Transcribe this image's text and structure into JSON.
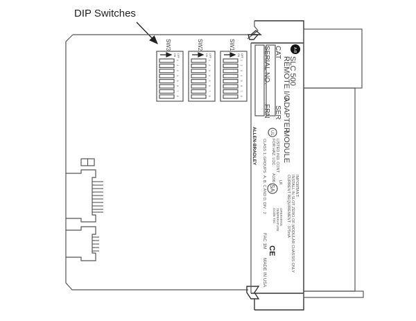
{
  "callout": {
    "label": "DIP Switches"
  },
  "dip_switch_banks": [
    {
      "name": "SW3",
      "positions": [
        "1",
        "2",
        "3",
        "4",
        "5",
        "6",
        "7",
        "8"
      ]
    },
    {
      "name": "SW2",
      "positions": [
        "1",
        "2",
        "3",
        "4",
        "5",
        "6",
        "7",
        "8"
      ]
    },
    {
      "name": "SW1",
      "positions": [
        "1",
        "2",
        "3",
        "4",
        "5",
        "6",
        "7",
        "8"
      ]
    }
  ],
  "dip_header_marks": [
    "ON",
    "OFF"
  ],
  "label_panel": {
    "logo_text": "A-B",
    "product_line": "SLC 500",
    "product_line2": "REMOTE I/O",
    "product_line3": "ADAPTER",
    "product_line4": "MODULE",
    "cat_label": "CAT",
    "ser_label": "SER",
    "serial_label": "SERIAL",
    "no_label": "NO.",
    "frn_label": "FRN",
    "brand": "ALLEN-BRADLEY",
    "ul_text": "UL",
    "listed_line1": "LISTED IND. CONT",
    "listed_line2": "FOR HAZ. LOC.",
    "class_line": "CLASS 1, GROUPS",
    "groups_line": "A, B, C AND D, DIV . 2",
    "a_code": "A196",
    "csa_text": "SA",
    "csa_code": "LR",
    "important_title": "IMPORTANT:",
    "important_line1": "INSTALL IN SLOT ZERO OF MODULAR CHASSIS ONLY",
    "important_line2": "CURRENT REQUIREMENT : 375mA",
    "operating_line1": "OPERATING",
    "operating_line2": "TEMPERATURE",
    "operating_line3": "CODE T3C",
    "fac_label": "FAC 1M",
    "ce_mark": "CE",
    "made_in": "MADE IN USA"
  }
}
